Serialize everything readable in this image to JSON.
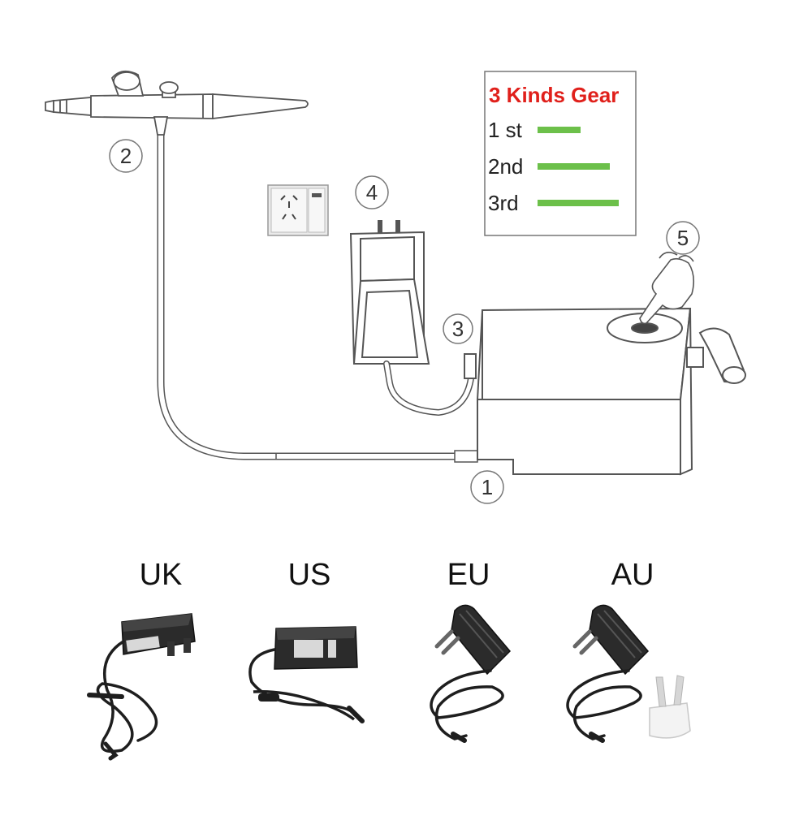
{
  "colors": {
    "line": "#555555",
    "gear_title": "#e0201b",
    "gear_bar": "#6cc04a",
    "adapter_body": "#2b2b2b",
    "adapter_edge": "#111111",
    "plug_white": "#f3f3f3"
  },
  "gear_box": {
    "title": "3 Kinds Gear",
    "levels": [
      {
        "label": "1 st",
        "fraction": 0.45
      },
      {
        "label": "2nd",
        "fraction": 0.75
      },
      {
        "label": "3rd",
        "fraction": 0.85
      }
    ]
  },
  "callouts": {
    "c1": "1",
    "c2": "2",
    "c3": "3",
    "c4": "4",
    "c5": "5"
  },
  "plug_types": [
    "UK",
    "US",
    "EU",
    "AU"
  ],
  "icons": [
    "airbrush-icon",
    "wall-socket-icon",
    "power-adapter-icon",
    "air-compressor-icon",
    "pointing-hand-icon",
    "uk-adapter-icon",
    "us-adapter-icon",
    "eu-adapter-icon",
    "au-adapter-icon"
  ]
}
